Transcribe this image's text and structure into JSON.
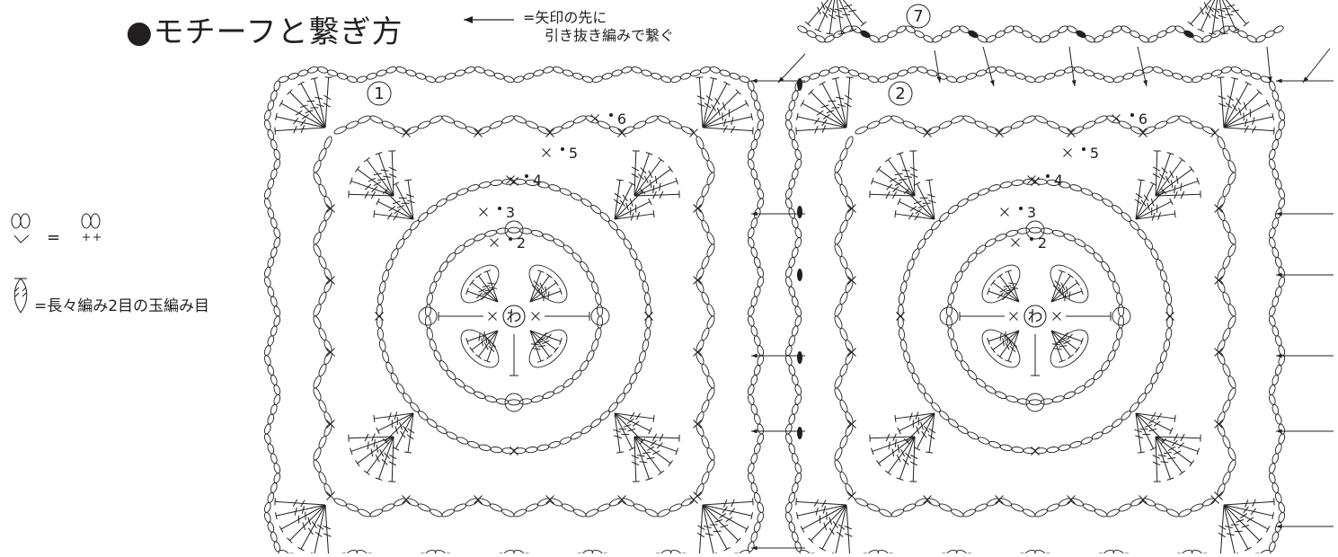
{
  "title": "●モチーフと繋ぎ方",
  "arrow_note": {
    "line1": "=矢印の先に",
    "line2": "引き抜き編みで繋ぐ"
  },
  "legend": {
    "equals": "=",
    "bobble_note": "=長々編み2目の玉編み目"
  },
  "motifs": [
    {
      "number": "1",
      "center": "わ",
      "rounds": [
        "2",
        "3",
        "4",
        "5",
        "6"
      ]
    },
    {
      "number": "2",
      "center": "わ",
      "rounds": [
        "2",
        "3",
        "4",
        "5",
        "6"
      ]
    },
    {
      "number": "7"
    }
  ],
  "colors": {
    "ink": "#231f20",
    "background": "#ffffff"
  }
}
